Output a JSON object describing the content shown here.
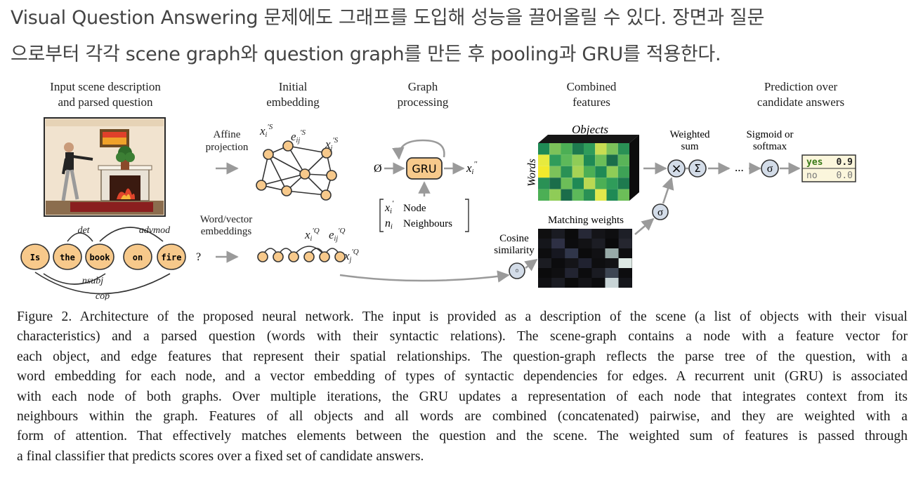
{
  "intro": {
    "line1": "Visual Question Answering 문제에도 그래프를 도입해 성능을 끌어올릴 수 있다. 장면과 질문",
    "line2": "으로부터 각각 scene graph와 question graph를 만든 후 pooling과 GRU를 적용한다."
  },
  "figure": {
    "col_input_l1": "Input scene description",
    "col_input_l2": "and parsed question",
    "col_embed_l1": "Initial",
    "col_embed_l2": "embedding",
    "col_graph_l1": "Graph",
    "col_graph_l2": "processing",
    "col_comb_l1": "Combined",
    "col_comb_l2": "features",
    "col_pred_l1": "Prediction over",
    "col_pred_l2": "candidate answers",
    "affine_l1": "Affine",
    "affine_l2": "projection",
    "wordvec_l1": "Word/vector",
    "wordvec_l2": "embeddings",
    "scene_xi": "x",
    "scene_xi_sup": "′S",
    "scene_eij": "e",
    "scene_eij_sup": "′S",
    "scene_xj_sup": "′S",
    "q_sup": "′Q",
    "empty_set": "Ø",
    "gru": "GRU",
    "gru_out": "x",
    "gru_out_sup": "′′",
    "node_label": "Node",
    "neigh_label": "Neighbours",
    "objects_label": "Objects",
    "words_label": "Words",
    "matching_label": "Matching weights",
    "cosine_l1": "Cosine",
    "cosine_l2": "similarity",
    "cosine_symbol": "◦",
    "weighted_l1": "Weighted",
    "weighted_l2": "sum",
    "times_symbol": "×",
    "sum_symbol": "Σ",
    "ellipsis": "...",
    "sigma": "σ",
    "sigmoid_l1": "Sigmoid or",
    "sigmoid_l2": "softmax",
    "answer_yes": "yes",
    "answer_yes_score": "0.9",
    "answer_no": "no",
    "answer_no_score": "0.0",
    "question_words": [
      "Is",
      "the",
      "book",
      "on",
      "fire"
    ],
    "question_mark": "?",
    "dep_det": "det",
    "dep_advmod": "advmod",
    "dep_nsubj": "nsubj",
    "dep_cop": "cop"
  },
  "caption": {
    "lines": [
      "Figure 2. Architecture of the proposed neural network. The input is provided as a description of the scene (a list of objects with their visual",
      "characteristics) and a parsed question (words with their syntactic relations).  The scene-graph contains a node with a feature vector for",
      "each object, and edge features that represent their spatial relationships.  The question-graph reflects the parse tree of the question, with a",
      "word embedding for each node, and a vector embedding of types of syntactic dependencies for edges. A recurrent unit (GRU) is associated",
      "with each node of both graphs.  Over multiple iterations, the GRU updates a representation of each node that integrates context from its",
      "neighbours within the graph.  Features of all objects and all words are combined (concatenated) pairwise, and they are weighted with a",
      "form of attention. That effectively matches elements between the question and the scene. The weighted sum of features is passed through",
      "a final classifier that predicts scores over a fixed set of candidate answers."
    ]
  },
  "colors": {
    "node_fill": "#f7c98b",
    "node_stroke": "#4a4a4a",
    "arrow": "#9a9a9a",
    "circle_fill": "#d3dce8",
    "answer_bg": "#fbf6dc",
    "answer_yes_color": "#3a7a18"
  },
  "heatmaps": {
    "features_colors": [
      [
        "#1f8a55",
        "#7cc25a",
        "#4caf55",
        "#1e7a4f",
        "#2f9c5a",
        "#c8dd52",
        "#7cc25a",
        "#2a9155"
      ],
      [
        "#e7ea3e",
        "#2f9c5a",
        "#5db95a",
        "#8fcc57",
        "#1f8a55",
        "#6cbe58",
        "#1b6d4a",
        "#59b458"
      ],
      [
        "#f2ea2c",
        "#7cc25a",
        "#2a9155",
        "#a6d355",
        "#4caf55",
        "#1f8a55",
        "#8fcc57",
        "#3ea256"
      ],
      [
        "#2a9155",
        "#1b6d4a",
        "#6cbe58",
        "#1f8a55",
        "#bad953",
        "#4caf55",
        "#2f9c5a",
        "#1e7a4f"
      ],
      [
        "#4caf55",
        "#8fcc57",
        "#1b6d4a",
        "#5db95a",
        "#2a9155",
        "#e1e84b",
        "#1f8a55",
        "#6cbe58"
      ]
    ],
    "matching_colors": [
      [
        "#0f0f10",
        "#1a1b22",
        "#0b0b0c",
        "#262836",
        "#141418",
        "#0e0e10",
        "#1d1f27"
      ],
      [
        "#15161b",
        "#2e3044",
        "#0c0c0e",
        "#121215",
        "#1c1d24",
        "#0a0a0b",
        "#25262f"
      ],
      [
        "#0d0d0f",
        "#161720",
        "#30364a",
        "#0b0b0c",
        "#111114",
        "#98aaa8",
        "#0e0e10"
      ],
      [
        "#1b1c22",
        "#0c0c0e",
        "#141418",
        "#202230",
        "#0e0e10",
        "#121215",
        "#dde8e4"
      ],
      [
        "#0b0b0c",
        "#0f0f11",
        "#222431",
        "#0c0c0e",
        "#1a1b22",
        "#3e4653",
        "#0d0d0f"
      ],
      [
        "#101013",
        "#1b1c23",
        "#0b0b0c",
        "#141418",
        "#0c0c0e",
        "#c8d4d6",
        "#15161b"
      ]
    ]
  }
}
